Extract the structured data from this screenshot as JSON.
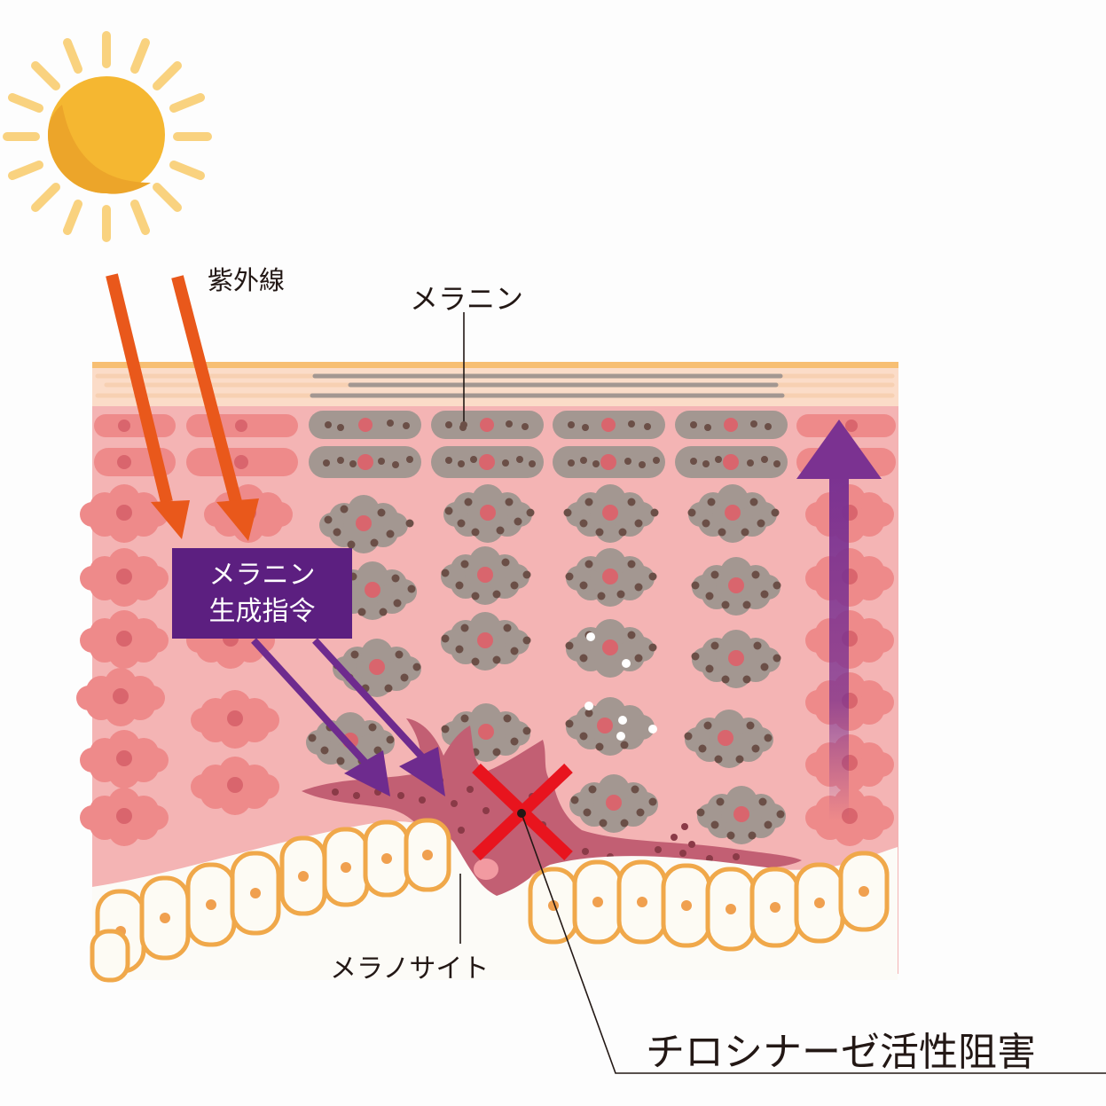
{
  "labels": {
    "uv": "紫外線",
    "melanin": "メラニン",
    "melanin_command_line1": "メラニン",
    "melanin_command_line2": "生成指令",
    "melanocyte": "メラノサイト",
    "tyrosinase_inhibition": "チロシナーゼ活性阻害"
  },
  "colors": {
    "sun": "#f5b731",
    "sun_rays": "#f9d27f",
    "uv_arrow": "#e9581b",
    "command_box": "#5c1f80",
    "command_arrow": "#6e2b8e",
    "skin": "#f4b4b4",
    "skin_cell": "#ee8a8a",
    "melanin_cell": "#a39791",
    "melanin_dot": "#6b4f47",
    "melanocyte": "#c25f73",
    "basal_cell_border": "#f0a84a",
    "cross_mark": "#e8141e"
  },
  "icons": [
    "sun-icon",
    "cross-mark-icon"
  ]
}
